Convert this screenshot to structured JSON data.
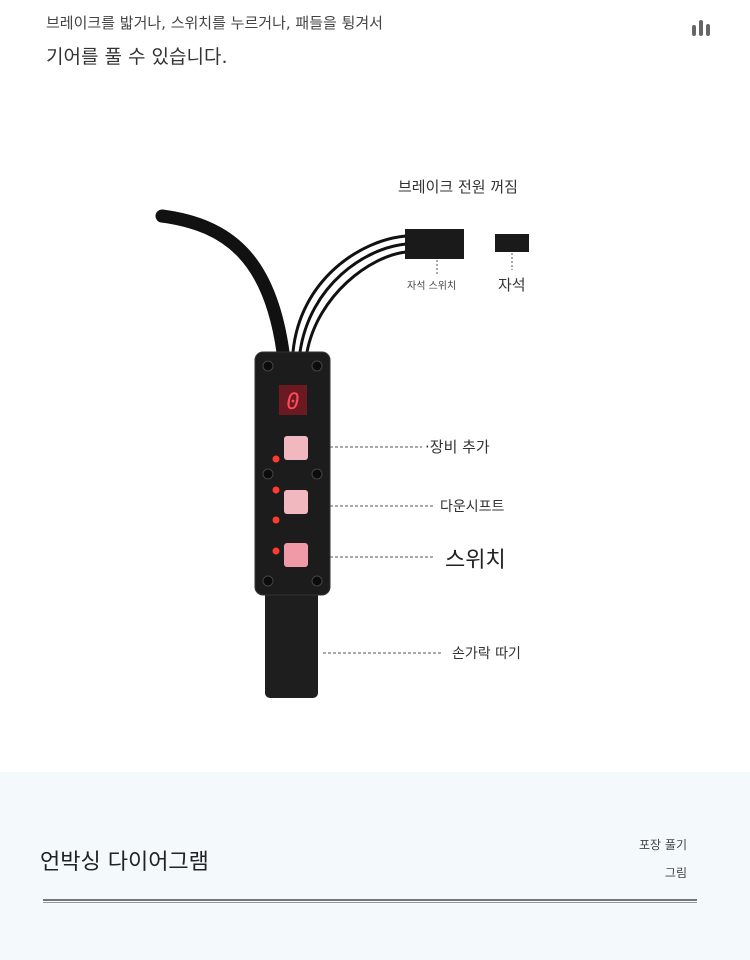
{
  "intro": {
    "line1": "브레이크를 밟거나, 스위치를 누르거나, 패들을 튕겨서",
    "line2": "기어를 풀 수 있습니다."
  },
  "menu_icon": "bar-chart-icon",
  "diagram": {
    "brake_power_off": "브레이크 전원 꺼짐",
    "magnet_switch": "자석 스위치",
    "magnet": "자석",
    "display_digit": "0",
    "gear_up": "·장비 추가",
    "downshift": "다운시프트",
    "switch": "스위치",
    "finger_paddle": "손가락 따기"
  },
  "colors": {
    "led": "#ff3b2f",
    "button": "#f2b8c0",
    "body": "#1c1c1c"
  },
  "unboxing": {
    "title": "언박싱 다이어그램",
    "side_line1": "포장 풀기",
    "side_line2": "그림"
  }
}
